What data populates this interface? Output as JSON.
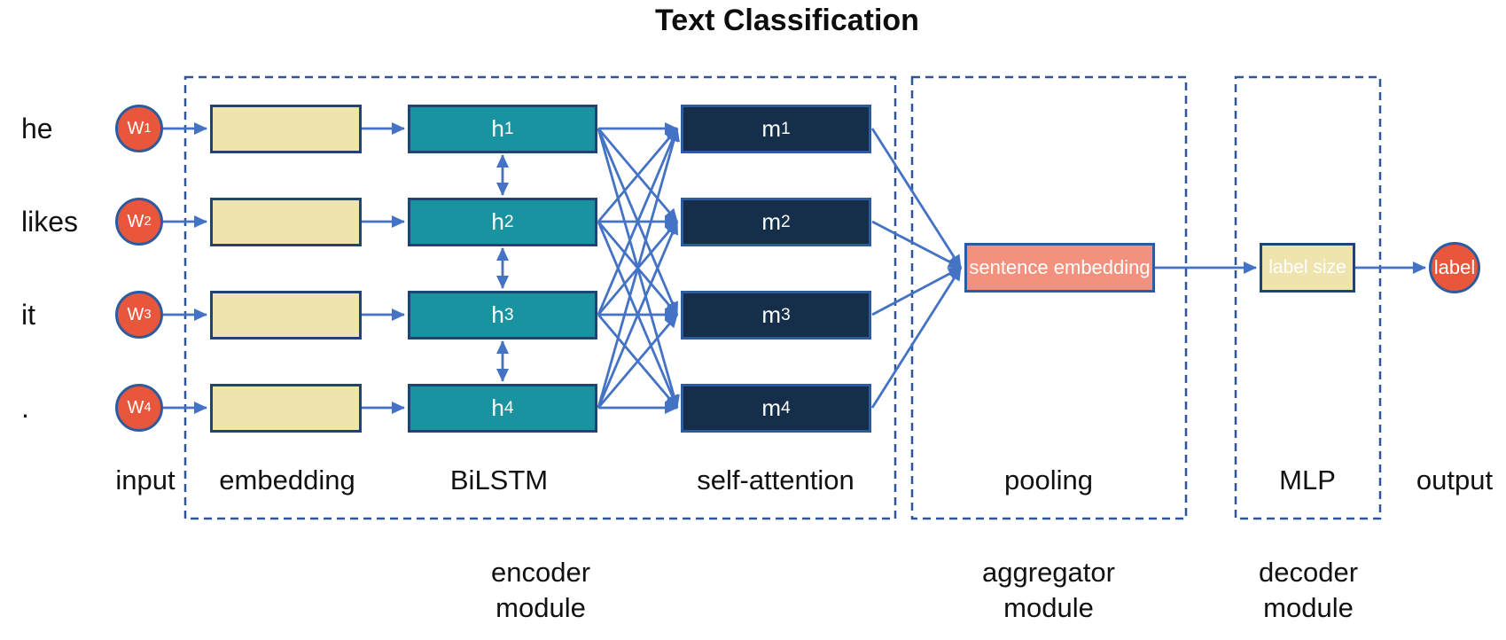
{
  "title": "Text Classification",
  "rows": [
    {
      "word": "he",
      "input": {
        "base": "W",
        "sub": "1"
      },
      "hidden": {
        "base": "h",
        "sub": "1"
      },
      "attention": {
        "base": "m",
        "sub": "1"
      }
    },
    {
      "word": "likes",
      "input": {
        "base": "W",
        "sub": "2"
      },
      "hidden": {
        "base": "h",
        "sub": "2"
      },
      "attention": {
        "base": "m",
        "sub": "2"
      }
    },
    {
      "word": "it",
      "input": {
        "base": "W",
        "sub": "3"
      },
      "hidden": {
        "base": "h",
        "sub": "3"
      },
      "attention": {
        "base": "m",
        "sub": "3"
      }
    },
    {
      "word": ".",
      "input": {
        "base": "W",
        "sub": "4"
      },
      "hidden": {
        "base": "h",
        "sub": "4"
      },
      "attention": {
        "base": "m",
        "sub": "4"
      }
    }
  ],
  "aggregator": {
    "box_label": "sentence embedding"
  },
  "decoder": {
    "box_label": "label size"
  },
  "output_node": {
    "label": "label"
  },
  "stage_labels": [
    {
      "id": "input",
      "label": "input"
    },
    {
      "id": "embedding",
      "label": "embedding"
    },
    {
      "id": "bilstm",
      "label": "BiLSTM"
    },
    {
      "id": "self_attention",
      "label": "self-attention"
    },
    {
      "id": "pooling",
      "label": "pooling"
    },
    {
      "id": "mlp",
      "label": "MLP"
    },
    {
      "id": "output",
      "label": "output"
    }
  ],
  "module_labels": [
    {
      "id": "encoder",
      "line1": "encoder",
      "line2": "module"
    },
    {
      "id": "aggregator",
      "line1": "aggregator",
      "line2": "module"
    },
    {
      "id": "decoder",
      "line1": "decoder",
      "line2": "module"
    }
  ],
  "colors": {
    "line_blue": "#4472C4",
    "dashed_blue": "#2F5597",
    "tan_fill": "#EFE3AE",
    "teal_fill": "#1A93A0",
    "navy_fill": "#152F4B",
    "salmon_fill": "#F2917E",
    "node_red": "#E8573C",
    "dark_border": "#1F4473",
    "medium_border": "#2E5B9E",
    "text_dark": "#111111",
    "text_light": "#FFFFFF"
  }
}
